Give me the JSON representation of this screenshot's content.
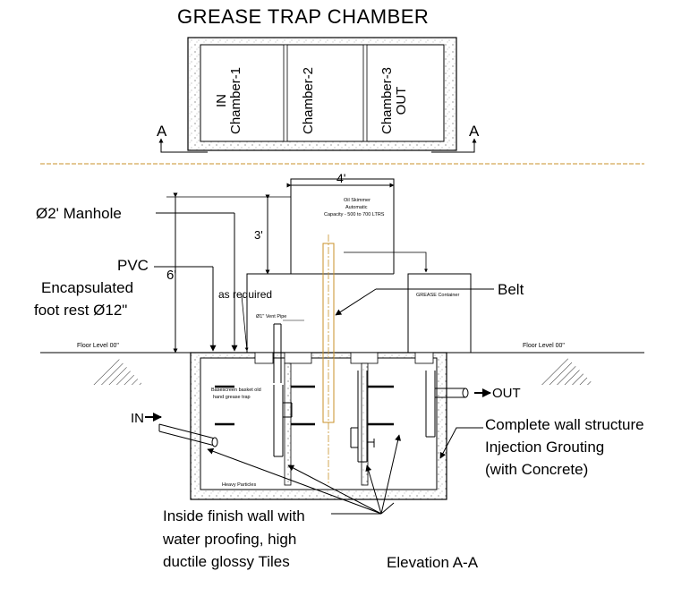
{
  "title": "GREASE  TRAP CHAMBER",
  "plan": {
    "chamber1": [
      "IN",
      "Chamber-1"
    ],
    "chamber2": "Chamber-2",
    "chamber3": [
      "Chamber-3",
      "OUT"
    ],
    "section_marker": "A"
  },
  "dimensions": {
    "width_top": "4'",
    "height_manhole": "3'",
    "height_total": "6'"
  },
  "labels": {
    "manhole": "Ø2' Manhole",
    "pvc": [
      "PVC",
      "Encapsulated",
      "foot rest  Ø12\""
    ],
    "as_required": "as required",
    "belt": "Belt",
    "floor_level_left": "Floor Level 00\"",
    "floor_level_right": "Floor Level 00\"",
    "vent_pipe": "Ø1\" Vent Pipe",
    "grease_container": "GREASE Container",
    "oil_skimmer": [
      "Oil Skimmer",
      "Automatic",
      "Capacity - 500 to 700 LTRS"
    ],
    "screen": [
      "Basescreen basket old",
      "hand grease trap"
    ],
    "heavy_particles": "Heavy Particles",
    "in": "IN",
    "out": "OUT",
    "complete_wall": [
      "Complete wall structure",
      "Injection Grouting",
      "(with Concrete)"
    ],
    "inside_finish": [
      "Inside finish wall with",
      "water proofing, high",
      "ductile glossy Tiles"
    ],
    "elevation": "Elevation A-A"
  }
}
